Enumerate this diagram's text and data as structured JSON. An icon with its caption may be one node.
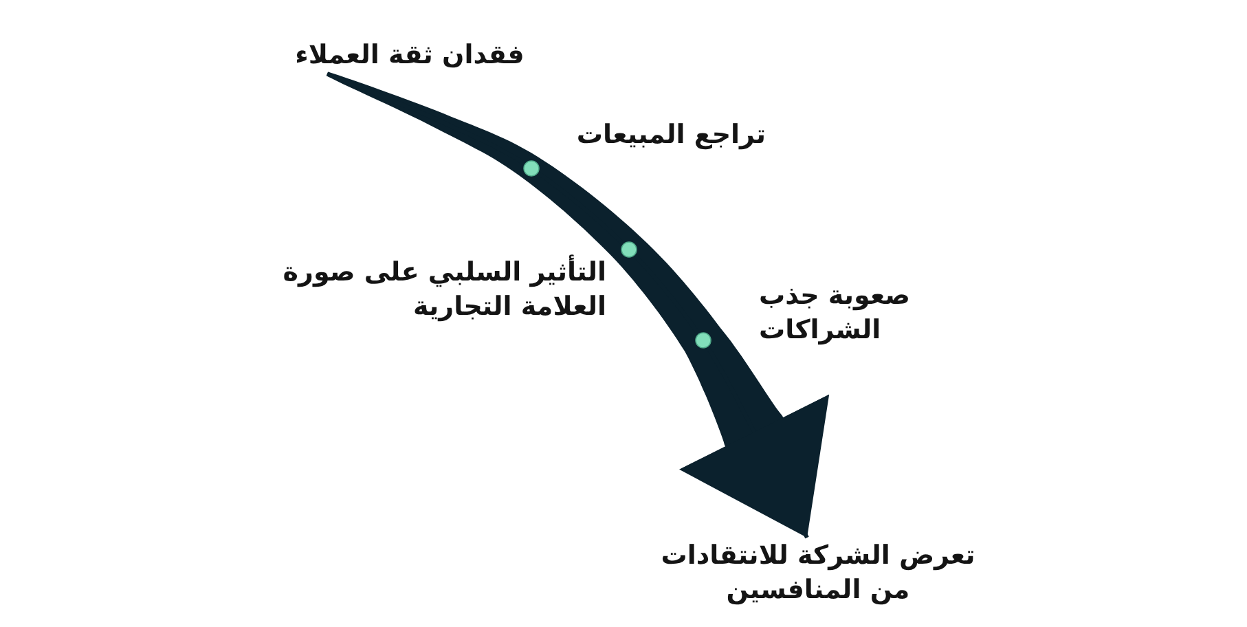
{
  "diagram": {
    "nodes": [
      {
        "text": [
          "فقدان ثقة العملاء"
        ]
      },
      {
        "text": [],
        "shape": "circle",
        "beside": [
          "تراجع المبيعات"
        ]
      },
      {
        "text": [],
        "shape": "circle",
        "beside": [
          "التأثير السلبي على صورة العلامة التجارية"
        ]
      },
      {
        "text": [],
        "shape": "circle",
        "beside": [
          "صعوبة جذب الشراكات"
        ]
      },
      {
        "text": [
          "تعرض الشركة للانتقادات من المنافسين"
        ]
      }
    ],
    "edges": [
      {
        "from": 0,
        "to": 4,
        "arrow": "to"
      }
    ]
  }
}
